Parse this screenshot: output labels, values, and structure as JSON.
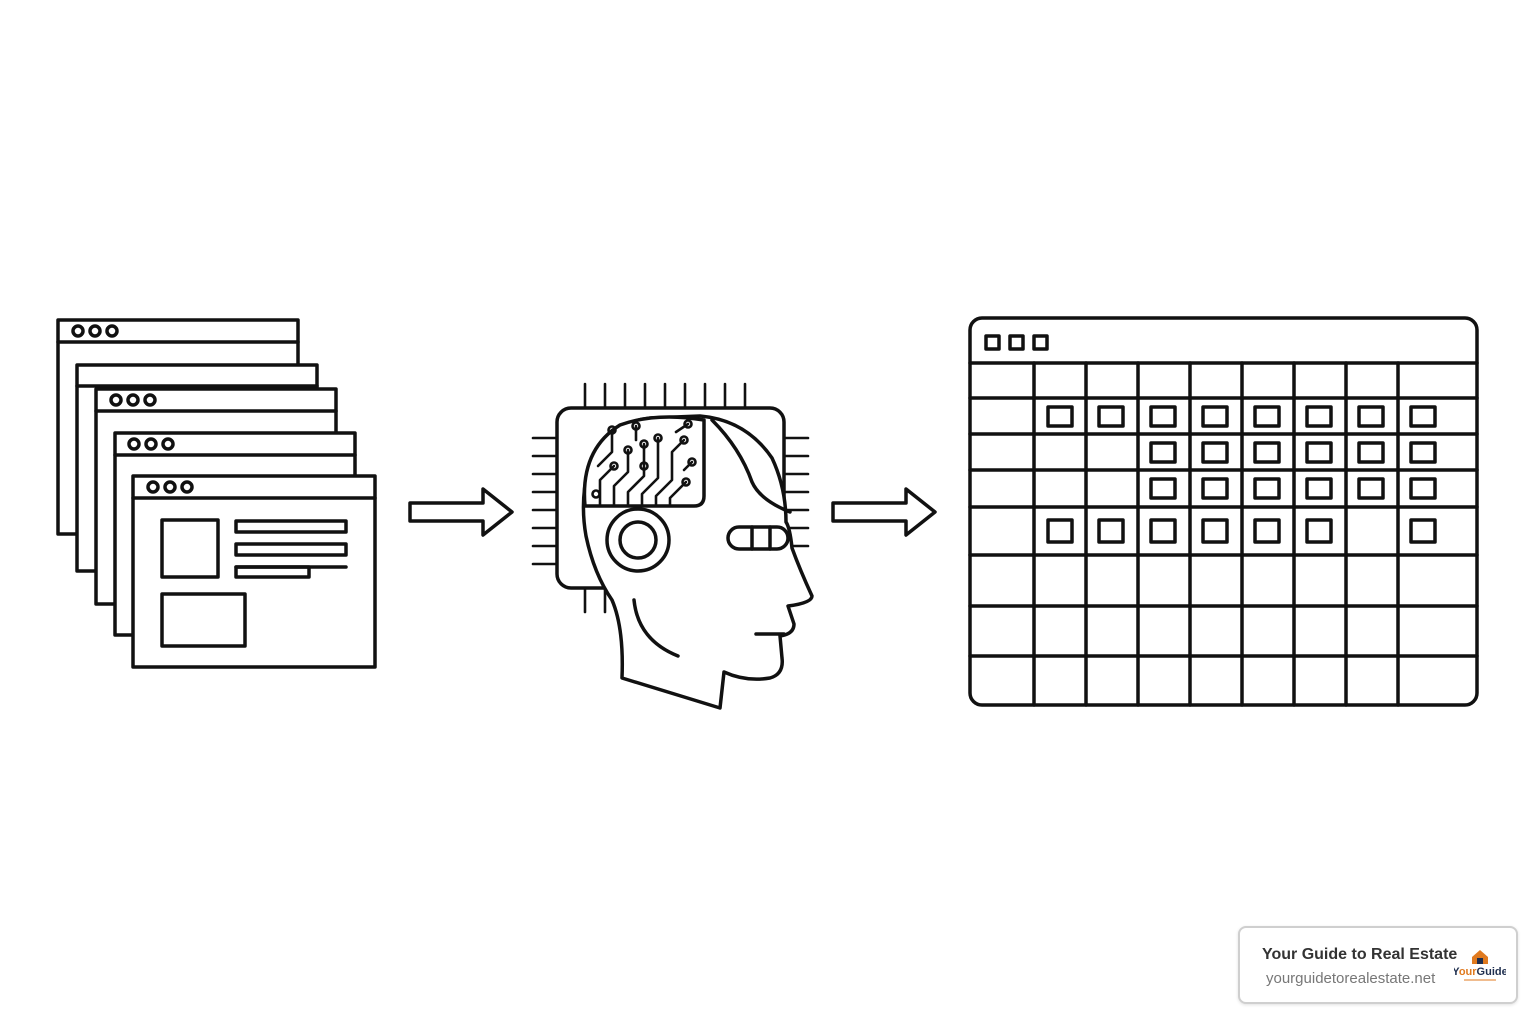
{
  "watermark": {
    "title": "Your Guide to Real Estate",
    "url": "yourguidetorealestate.net",
    "logo_text": "YourGuide"
  },
  "icons": {
    "stack": "browser-window-stack-icon",
    "arrow": "right-arrow-icon",
    "ai_head": "ai-brain-chip-head-icon",
    "calendar": "calendar-grid-window-icon",
    "logo": "house-logo-icon"
  },
  "colors": {
    "ink": "#111111",
    "background": "#ffffff",
    "logo_orange": "#e07a1f",
    "logo_navy": "#1f2f4f"
  }
}
